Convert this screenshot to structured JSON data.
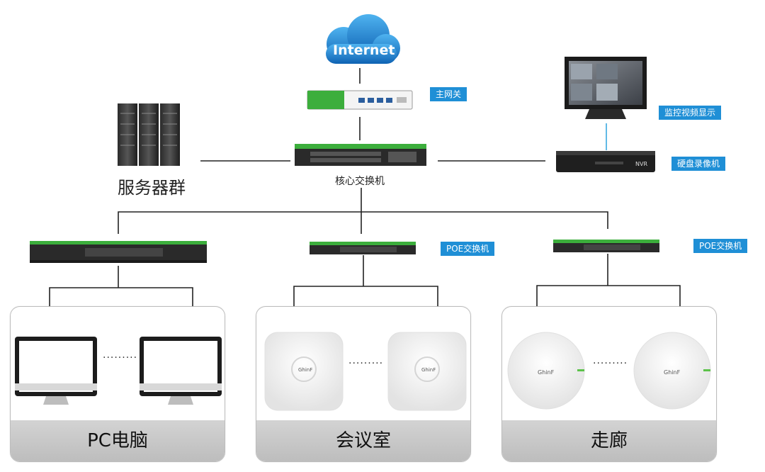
{
  "internet": {
    "label": "Internet"
  },
  "gateway": {
    "tag": "主网关"
  },
  "core_switch": {
    "label": "核心交换机"
  },
  "server_group": {
    "label": "服务器群"
  },
  "monitor": {
    "tag": "监控视频显示"
  },
  "nvr": {
    "tag": "硬盘录像机",
    "device_text": "NVR"
  },
  "poe_switch_1": {
    "tag": "POE交换机"
  },
  "poe_switch_2": {
    "tag": "POE交换机"
  },
  "groups": [
    {
      "label": "PC电脑",
      "dots": "·········"
    },
    {
      "label": "会议室",
      "dots": "·········"
    },
    {
      "label": "走廊",
      "dots": "·········"
    }
  ],
  "ap_brand": "GhinF",
  "colors": {
    "tag_blue": "#1f8fd6",
    "switch_green": "#3cae3c",
    "cloud_blue": "#1a7fd1",
    "panel_foot": "#c8c8c8"
  }
}
